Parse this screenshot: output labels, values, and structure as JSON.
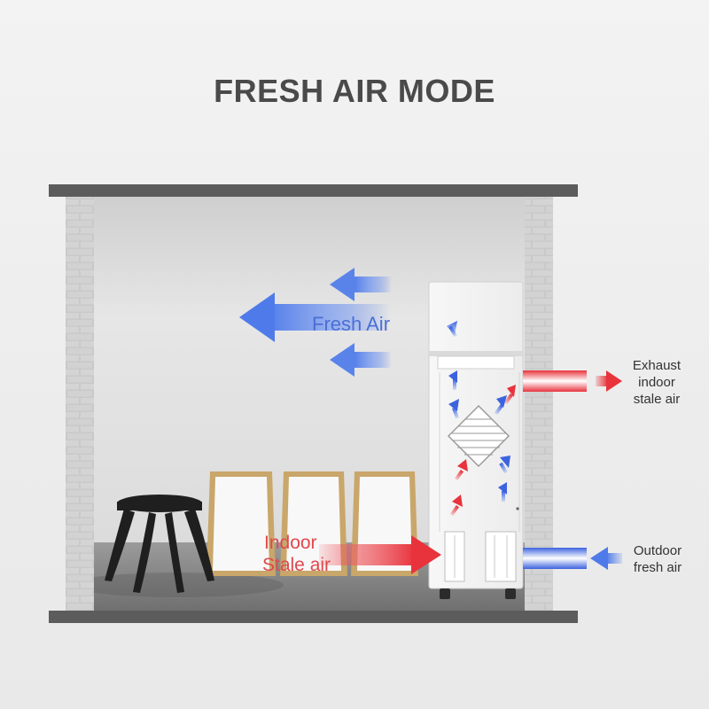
{
  "title": "FRESH AIR MODE",
  "labels": {
    "fresh_air": "Fresh Air",
    "indoor_stale_line1": "Indoor",
    "indoor_stale_line2": "Stale air",
    "exhaust_line1": "Exhaust",
    "exhaust_line2": "indoor",
    "exhaust_line3": "stale air",
    "outdoor_line1": "Outdoor",
    "outdoor_line2": "fresh air"
  },
  "colors": {
    "fresh_blue": "#4f7bea",
    "stale_red": "#e8333d",
    "wall": "#5c5c5c",
    "title": "#4a4a4a"
  },
  "icons": [
    "fresh-air-arrow-icon",
    "stale-air-arrow-icon",
    "heat-exchanger-icon"
  ]
}
